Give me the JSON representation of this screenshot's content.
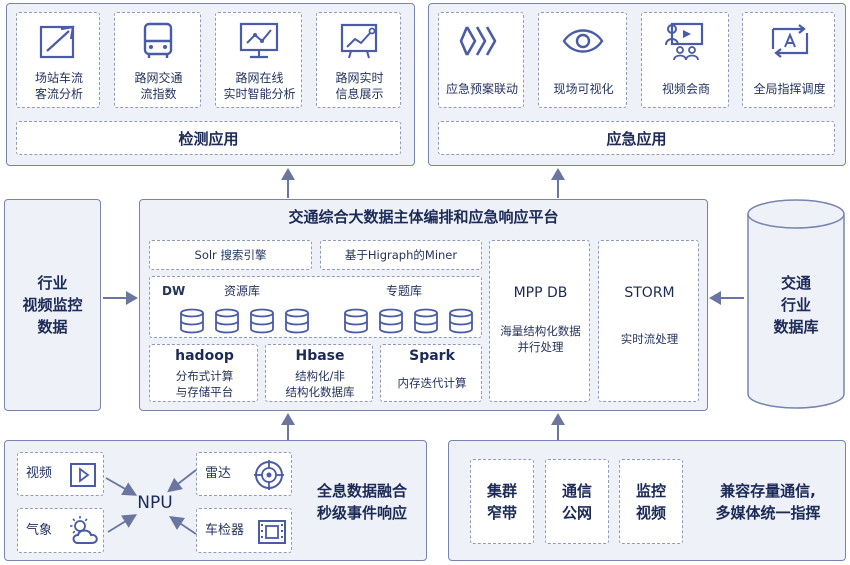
{
  "detection": {
    "items": [
      {
        "label": "场站车流\n客流分析",
        "icon": "trend-chart-icon"
      },
      {
        "label": "路网交通\n流指数",
        "icon": "bus-icon"
      },
      {
        "label": "路网在线\n实时智能分析",
        "icon": "monitor-line-chart-icon"
      },
      {
        "label": "路网实时\n信息展示",
        "icon": "presentation-board-icon"
      }
    ],
    "title": "检测应用"
  },
  "emergency": {
    "items": [
      {
        "label": "应急预案联动",
        "icon": "chevrons-icon"
      },
      {
        "label": "现场可视化",
        "icon": "eye-icon"
      },
      {
        "label": "视频会商",
        "icon": "video-conference-icon"
      },
      {
        "label": "全局指挥调度",
        "icon": "dispatch-icon"
      }
    ],
    "title": "应急应用"
  },
  "platform": {
    "title": "交通综合大数据主体编排和应急响应平台",
    "solr": "Solr 搜索引擎",
    "higraph": "基于Higraph的Miner",
    "dw": "DW",
    "resource_db": "资源库",
    "topic_db": "专题库",
    "hadoop": {
      "name": "hadoop",
      "desc": "分布式计算\n与存储平台"
    },
    "hbase": {
      "name": "Hbase",
      "desc": "结构化/非\n结构化数据库"
    },
    "spark": {
      "name": "Spark",
      "desc": "内存迭代计算"
    },
    "mpp": {
      "name": "MPP DB",
      "desc": "海量结构化数据\n并行处理"
    },
    "storm": {
      "name": "STORM",
      "desc": "实时流处理"
    }
  },
  "left_source": "行业\n视频监控\n数据",
  "right_source": "交通\n行业\n数据库",
  "fusion": {
    "items": [
      {
        "label": "视频",
        "icon": "play-icon"
      },
      {
        "label": "雷达",
        "icon": "radar-icon"
      },
      {
        "label": "气象",
        "icon": "weather-icon"
      },
      {
        "label": "车检器",
        "icon": "vehicle-detector-icon"
      }
    ],
    "hub": "NPU",
    "caption": "全息数据融合\n秒级事件响应"
  },
  "comm": {
    "items": [
      "集群\n窄带",
      "通信\n公网",
      "监控\n视频"
    ],
    "caption": "兼容存量通信,\n多媒体统一指挥"
  },
  "colors": {
    "accent": "#4a5ba8",
    "border": "#7884ad",
    "panel": "#eef1f8"
  }
}
